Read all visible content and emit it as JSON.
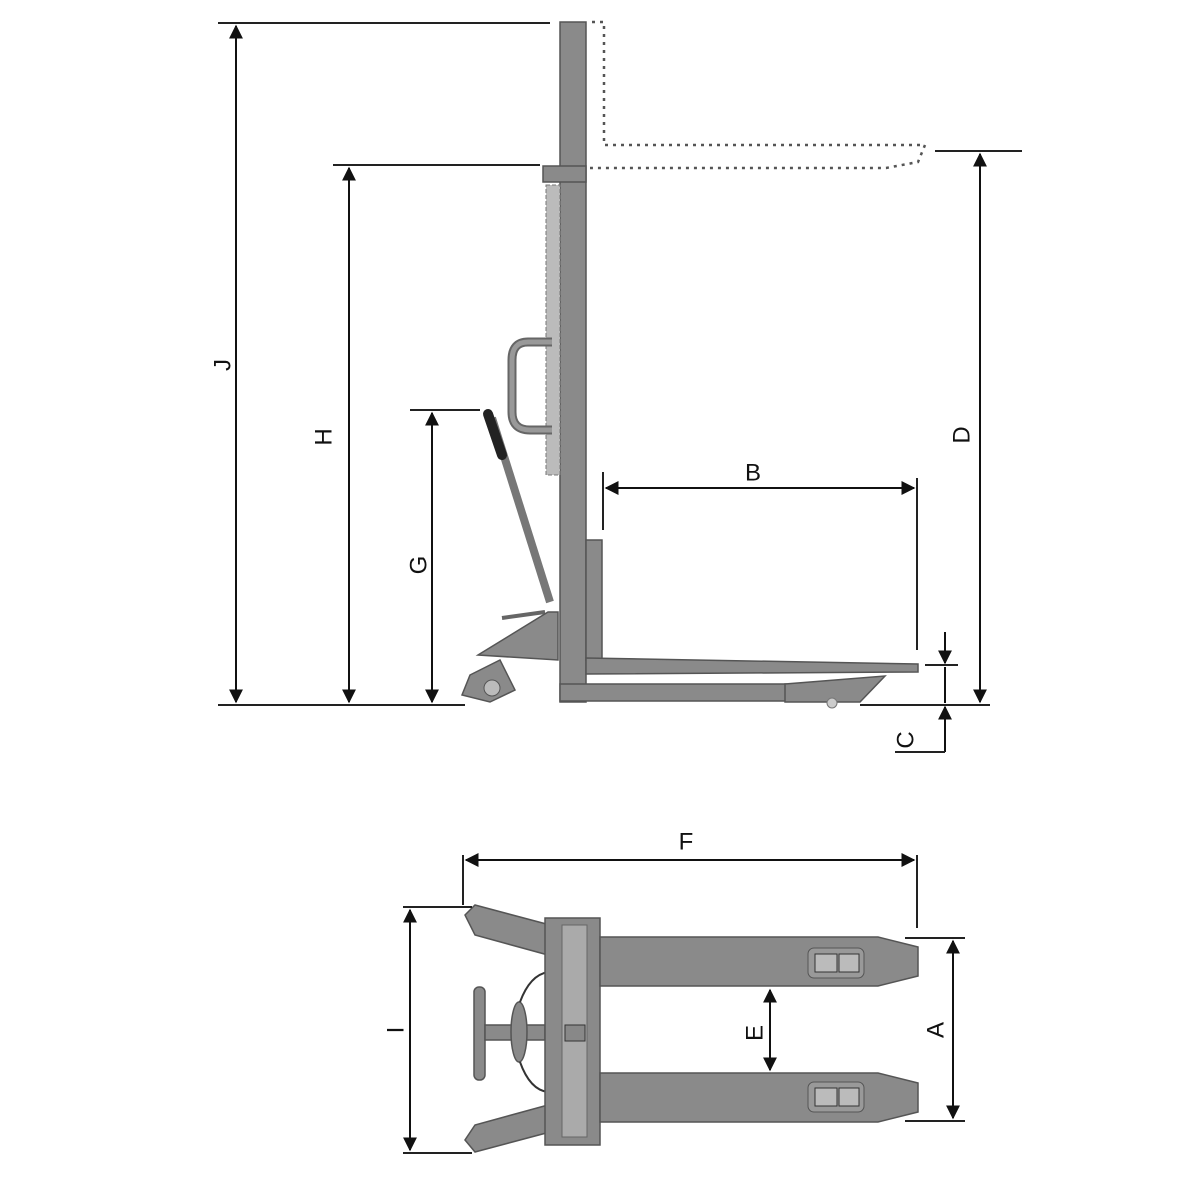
{
  "title": "Manual stacker dimension diagram",
  "colors": {
    "body": "#8a8a8a",
    "outline": "#555555",
    "dimension": "#111111"
  },
  "side_view": {
    "labels": {
      "J": "J",
      "H": "H",
      "G": "G",
      "B": "B",
      "D": "D",
      "C": "C"
    }
  },
  "top_view": {
    "labels": {
      "F": "F",
      "I": "I",
      "A": "A",
      "E": "E"
    }
  }
}
